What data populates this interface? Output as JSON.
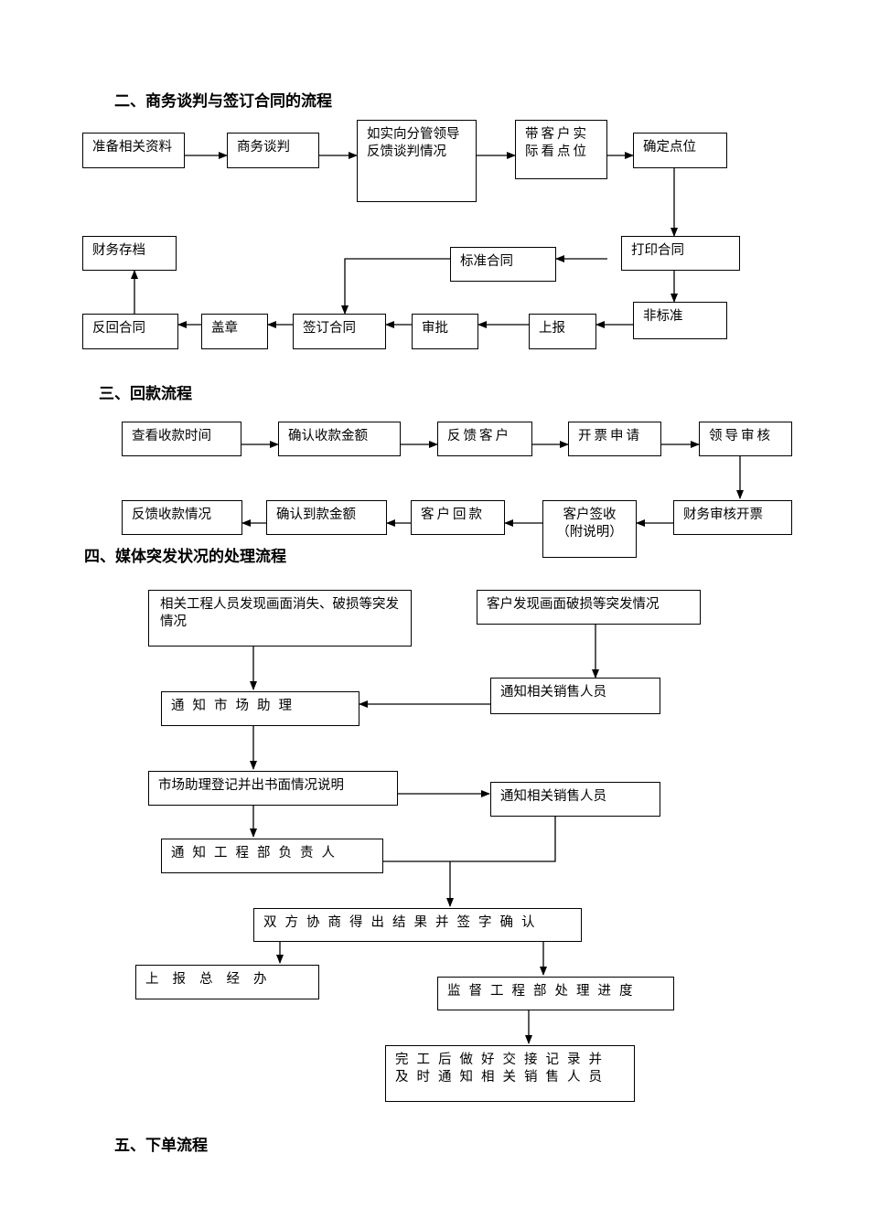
{
  "section2": {
    "title": "二、商务谈判与签订合同的流程",
    "steps": {
      "prepare": "准备相关资料",
      "negotiate": "商务谈判",
      "report_feedback": "如实向分管领导反馈谈判情况",
      "site_visit": "带客户实际看点位",
      "confirm_site": "确定点位",
      "print_contract": "打印合同",
      "standard_contract": "标准合同",
      "non_standard": "非标准",
      "submit": "上报",
      "approve": "审批",
      "sign_contract": "签订合同",
      "stamp": "盖章",
      "return_contract": "反回合同",
      "finance_archive": "财务存档"
    }
  },
  "section3": {
    "title": "三、回款流程",
    "steps": {
      "check_time": "查看收款时间",
      "confirm_amount": "确认收款金额",
      "feedback_client": "反馈客户",
      "invoice_request": "开票申请",
      "leader_review": "领导审核",
      "finance_invoice": "财务审核开票",
      "client_sign": "客户签收",
      "client_sign_note": "（附说明）",
      "client_pay": "客户回款",
      "confirm_received": "确认到款金额",
      "feedback_payment": "反馈收款情况"
    }
  },
  "section4": {
    "title": "四、媒体突发状况的处理流程",
    "steps": {
      "engineer_found": "相关工程人员发现画面消失、破损等突发情况",
      "client_found": "客户发现画面破损等突发情况",
      "notify_sales_1": "通知相关销售人员",
      "notify_assistant": "通知市场助理",
      "assistant_register": "市场助理登记并出书面情况说明",
      "notify_sales_2": "通知相关销售人员",
      "notify_engineering_head": "通知工程部负责人",
      "negotiate_sign": "双方协商得出结果并签字确认",
      "report_gm": "上报总经办",
      "supervise_progress": "监督工程部处理进度",
      "handover_record": "完工后做好交接记录并及时通知相关销售人员"
    }
  },
  "section5": {
    "title": "五、下单流程"
  }
}
